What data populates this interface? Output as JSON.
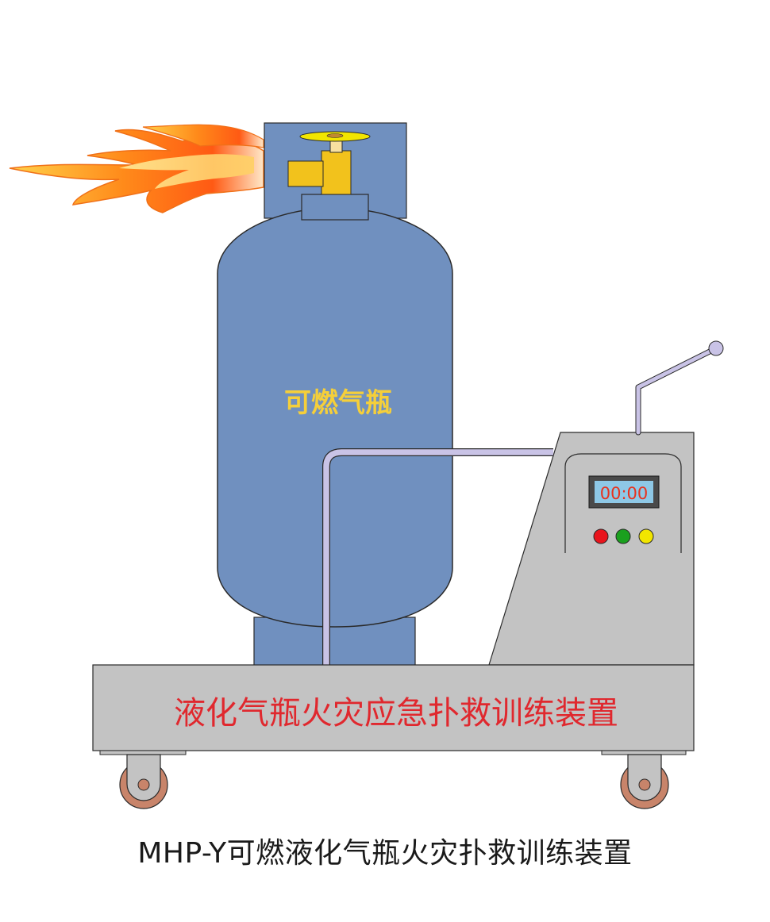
{
  "diagram": {
    "cylinder_label": "可燃气瓶",
    "base_label": "液化气瓶火灾应急扑救训练装置",
    "timer_display": "00:00",
    "caption": "MHP-Y可燃液化气瓶火灾扑救训练装置",
    "indicator_lights": [
      {
        "name": "red",
        "color": "#e8141c"
      },
      {
        "name": "green",
        "color": "#1aa01e"
      },
      {
        "name": "yellow",
        "color": "#f2e600"
      }
    ]
  },
  "colors": {
    "cylinder_body": "#7090bf",
    "valve": "#f2c21c",
    "cart_body": "#c3c3c3",
    "pipe": "#c9c3e6",
    "base_label": "#e0282e",
    "cylinder_label": "#f5cf3a",
    "timer_text": "#e8321e",
    "timer_screen": "#8ec8e6",
    "wheel": "#c8846a"
  }
}
